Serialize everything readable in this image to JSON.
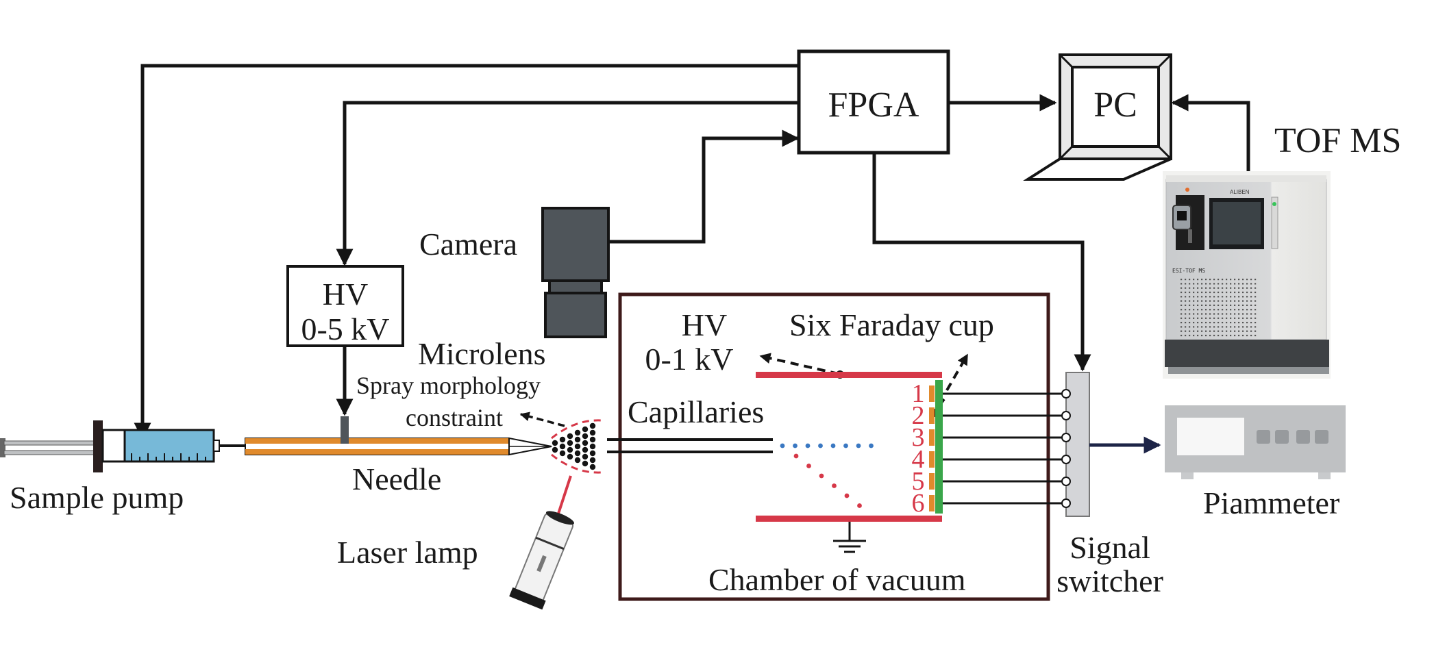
{
  "figure": {
    "labels": {
      "fpga": "FPGA",
      "pc": "PC",
      "tof_ms": "TOF MS",
      "tof_ms_panel": "ESI-TOF MS",
      "tof_ms_brand": "ALIBEN",
      "camera": "Camera",
      "hv_needle_line1": "HV",
      "hv_needle_line2": "0-5 kV",
      "microlens": "Microlens",
      "spray_line1": "Spray morphology",
      "spray_line2": "constraint",
      "capillaries": "Capillaries",
      "hv_chamber_line1": "HV",
      "hv_chamber_line2": "0-1 kV",
      "faraday": "Six Faraday cup",
      "sample_pump": "Sample pump",
      "needle": "Needle",
      "laser_lamp": "Laser lamp",
      "chamber": "Chamber of vacuum",
      "switcher_line1": "Signal",
      "switcher_line2": "switcher",
      "piammeter": "Piammeter"
    },
    "cup_numbers": [
      "1",
      "2",
      "3",
      "4",
      "5",
      "6"
    ],
    "colors": {
      "line": "#141414",
      "chamber_border": "#3e1a1a",
      "electrode": "#d63848",
      "cup_plate": "#3aa64a",
      "cup": "#e08a2c",
      "needle": "#e08a2c",
      "syringe_fluid": "#77b9d8",
      "camera": "#4f555a",
      "blue_droplets": "#3a78c2",
      "red_droplets": "#d63848",
      "switcher": "#d4d5d8",
      "piammeter": "#bfc1c3",
      "arrow_navy": "#1d2447"
    }
  }
}
